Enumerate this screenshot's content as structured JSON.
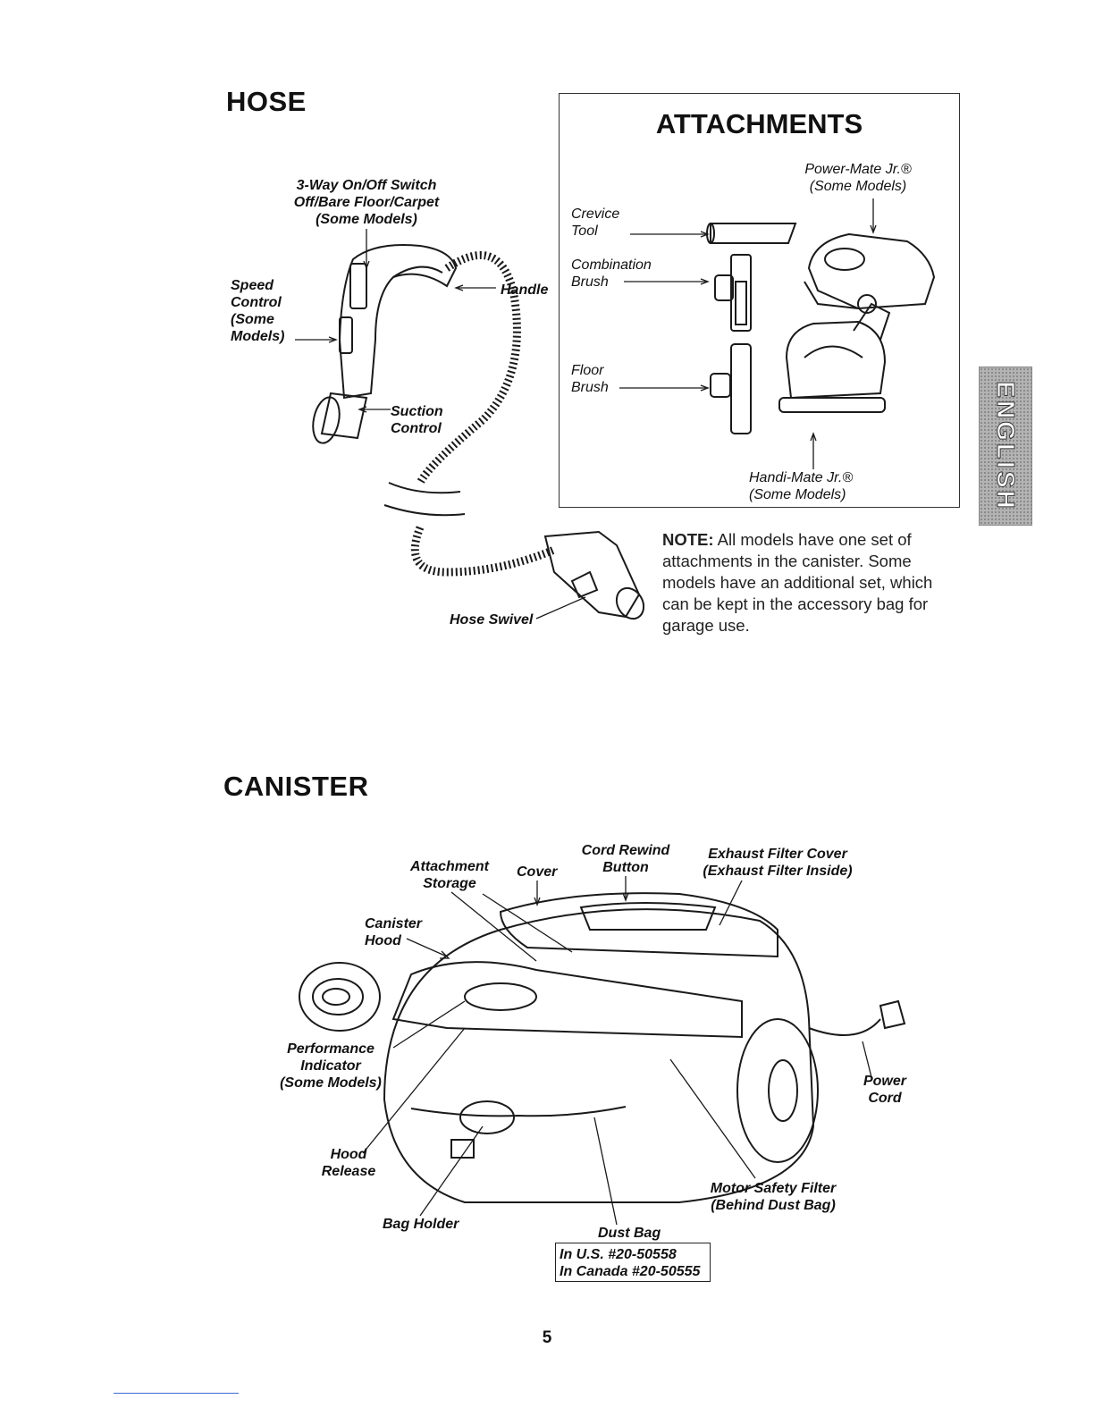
{
  "hose": {
    "heading": "HOSE",
    "labels": {
      "switch_1": "3-Way On/Off Switch",
      "switch_2": "Off/Bare Floor/Carpet",
      "switch_3": "(Some Models)",
      "speed_1": "Speed",
      "speed_2": "Control",
      "speed_3": "(Some",
      "speed_4": "Models)",
      "handle": "Handle",
      "suction_1": "Suction",
      "suction_2": "Control",
      "swivel": "Hose Swivel"
    }
  },
  "attachments": {
    "heading": "ATTACHMENTS",
    "labels": {
      "powermate_1": "Power-Mate Jr.®",
      "powermate_2": "(Some Models)",
      "crevice_1": "Crevice",
      "crevice_2": "Tool",
      "combo_1": "Combination",
      "combo_2": "Brush",
      "floor_1": "Floor",
      "floor_2": "Brush",
      "handimate_1": "Handi-Mate Jr.®",
      "handimate_2": "(Some Models)"
    }
  },
  "note": {
    "lead": "NOTE:",
    "body": " All models have one set of attachments in the canister. Some models have an additional set, which can be kept in the accessory bag for garage use."
  },
  "side_tab": {
    "text": "ENGLISH"
  },
  "canister": {
    "heading": "CANISTER",
    "labels": {
      "cord_rewind_1": "Cord Rewind",
      "cord_rewind_2": "Button",
      "exhaust_1": "Exhaust Filter Cover",
      "exhaust_2": "(Exhaust Filter Inside)",
      "attach_storage_1": "Attachment",
      "attach_storage_2": "Storage",
      "cover": "Cover",
      "hood_1": "Canister",
      "hood_2": "Hood",
      "perf_1": "Performance",
      "perf_2": "Indicator",
      "perf_3": "(Some Models)",
      "power_1": "Power",
      "power_2": "Cord",
      "release_1": "Hood",
      "release_2": "Release",
      "motor_1": "Motor Safety Filter",
      "motor_2": "(Behind Dust Bag)",
      "bag_holder": "Bag Holder",
      "dust_bag": "Dust Bag"
    },
    "part_numbers": {
      "us": "In U.S. #20-50558",
      "canada": "In Canada #20-50555"
    }
  },
  "page_number": "5"
}
